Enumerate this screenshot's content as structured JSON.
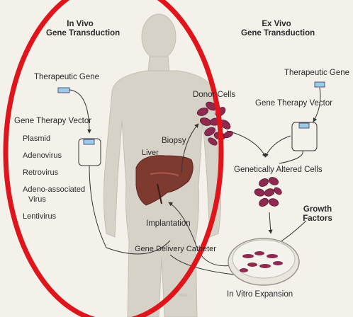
{
  "in_vivo": {
    "title_line1": "In Vivo",
    "title_line2": "Gene Transduction",
    "therapeutic_gene": "Therapeutic Gene",
    "vector_title": "Gene Therapy Vector",
    "vector_types": [
      "Plasmid",
      "Adenovirus",
      "Retrovirus",
      "Adeno-associated",
      "Virus",
      "Lentivirus"
    ]
  },
  "ex_vivo": {
    "title_line1": "Ex Vivo",
    "title_line2": "Gene Transduction",
    "therapeutic_gene": "Therapeutic Gene",
    "vector_title": "Gene Therapy Vector"
  },
  "labels": {
    "liver": "Liver",
    "biopsy": "Biopsy",
    "donor_cells": "Donor Cells",
    "altered_cells": "Genetically Altered Cells",
    "growth_factors_line1": "Growth",
    "growth_factors_line2": "Factors",
    "implantation": "Implantation",
    "catheter": "Gene Delivery Catheter",
    "expansion": "In Vitro Expansion",
    "watermark": "WAL"
  },
  "colors": {
    "background": "#f3f1ea",
    "body_silhouette": "#d6d2c8",
    "liver": "#7f3a2f",
    "cells": "#8e2a4f",
    "vector_box": "#9ccbe6",
    "highlight_ellipse": "#e0141b"
  }
}
